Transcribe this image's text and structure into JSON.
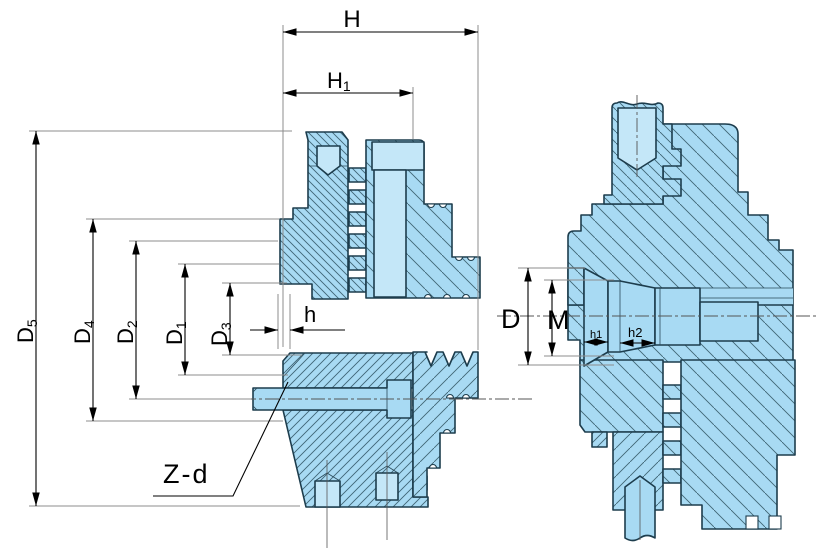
{
  "drawing": {
    "type": "technical-drawing",
    "views": {
      "left_view": {
        "name": "chuck front section view",
        "dims": {
          "H": {
            "main": "H",
            "sub": ""
          },
          "H1": {
            "main": "H",
            "sub": "1"
          },
          "D1": {
            "main": "D",
            "sub": "1"
          },
          "D2": {
            "main": "D",
            "sub": "2"
          },
          "D3": {
            "main": "D",
            "sub": "3"
          },
          "D4": {
            "main": "D",
            "sub": "4"
          },
          "D5": {
            "main": "D",
            "sub": "5"
          },
          "h": {
            "main": "h",
            "sub": ""
          },
          "Zd": {
            "main": "Z-d",
            "sub": ""
          }
        }
      },
      "right_view": {
        "name": "chuck side section view",
        "dims": {
          "D": {
            "main": "D",
            "sub": ""
          },
          "M": {
            "main": "M",
            "sub": ""
          },
          "h1": {
            "main": "h1",
            "sub": ""
          },
          "h2": {
            "main": "h2",
            "sub": ""
          }
        }
      }
    },
    "colors": {
      "part_fill": "#a8daf3",
      "part_fill_light": "#c4e7f8",
      "outline": "#1d3d4d",
      "hatch": "#3f6575",
      "dimension": "#000000",
      "extension": "#8c8c8c",
      "centerline": "#555555",
      "background": "#ffffff"
    }
  }
}
